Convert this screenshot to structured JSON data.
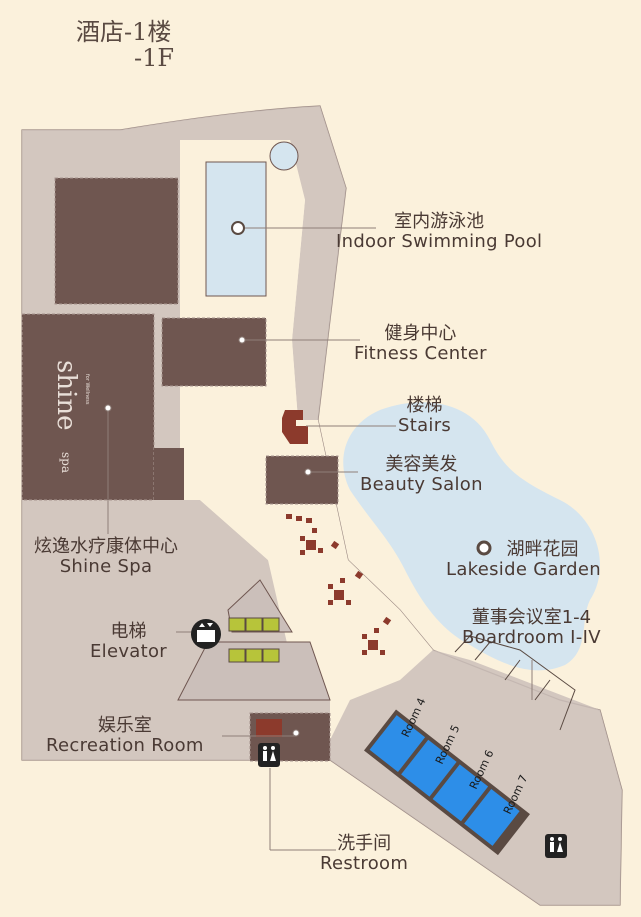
{
  "title": {
    "zh": "酒店-1楼",
    "en": "-1F"
  },
  "colors": {
    "background": "#fbf1dc",
    "room": "#6f5650",
    "corridor": "#cbbfba",
    "water": "#d5e5ef",
    "boardroom": "#2d8ee8",
    "elevator_doors": "#b7c43a"
  },
  "locations": [
    {
      "id": "pool",
      "zh": "室内游泳池",
      "en": "Indoor Swimming Pool"
    },
    {
      "id": "fitness",
      "zh": "健身中心",
      "en": "Fitness Center"
    },
    {
      "id": "stairs",
      "zh": "楼梯",
      "en": "Stairs"
    },
    {
      "id": "beauty",
      "zh": "美容美发",
      "en": "Beauty Salon"
    },
    {
      "id": "garden",
      "zh": "湖畔花园",
      "en": "Lakeside Garden"
    },
    {
      "id": "boardroom",
      "zh": "董事会议室1-4",
      "en": "Boardroom I-IV"
    },
    {
      "id": "spa",
      "zh": "炫逸水疗康体中心",
      "en": "Shine Spa"
    },
    {
      "id": "elevator",
      "zh": "电梯",
      "en": "Elevator"
    },
    {
      "id": "recreation",
      "zh": "娱乐室",
      "en": "Recreation Room"
    },
    {
      "id": "restroom",
      "zh": "洗手间",
      "en": "Restroom"
    }
  ],
  "rooms": [
    "Room 4",
    "Room 5",
    "Room 6",
    "Room 7"
  ],
  "spa_logo": {
    "main": "shine",
    "sub": "spa",
    "tag": "for Wellness"
  },
  "icons": [
    "location-marker-icon",
    "elevator-icon",
    "restroom-icon",
    "stairs-icon",
    "dining-table-icon"
  ]
}
